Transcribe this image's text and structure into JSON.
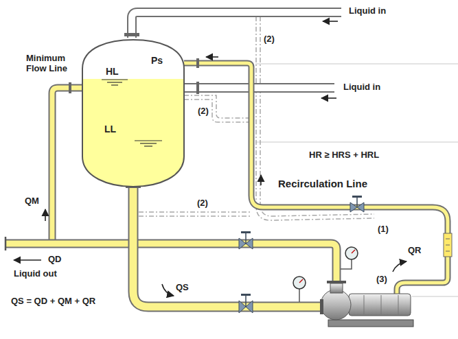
{
  "diagram": {
    "nodes": [
      {
        "text": [
          "HL",
          "Ps",
          "LL"
        ]
      }
    ],
    "labels": [
      "Liquid in",
      "(2)",
      "Minimum Flow Line",
      "Liquid in",
      "(2)",
      "HR ≥ HRS + HRL",
      "Recirculation Line",
      "QM",
      "(2)",
      "(1)",
      "QR",
      "QD",
      "Liquid out",
      "(3)",
      "QS",
      "QS = QD + QM + QR"
    ]
  }
}
